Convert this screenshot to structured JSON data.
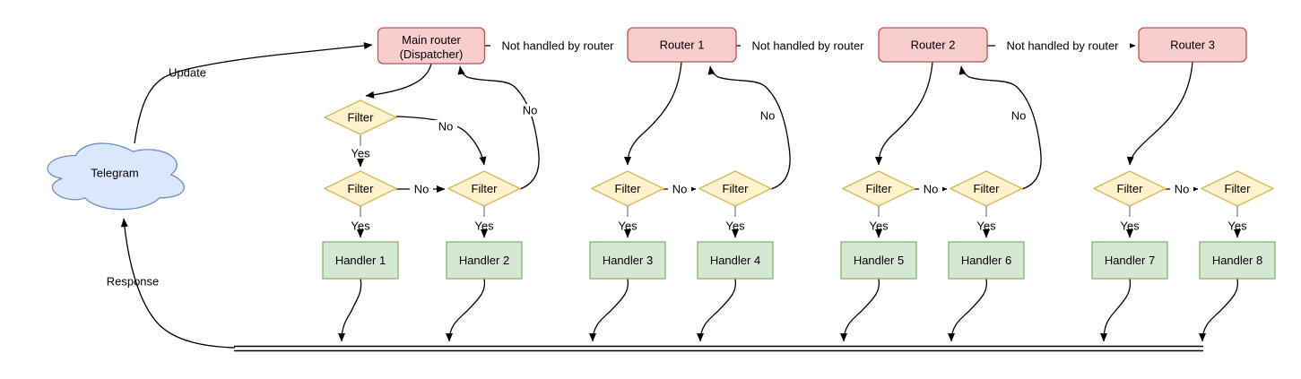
{
  "diagram": {
    "cloud": {
      "label": "Telegram"
    },
    "dispatcher": {
      "line1": "Main router",
      "line2": "(Dispatcher)"
    },
    "routers": [
      {
        "label": "Router 1"
      },
      {
        "label": "Router 2"
      },
      {
        "label": "Router 3"
      }
    ],
    "filter_label": "Filter",
    "handlers": [
      {
        "label": "Handler 1"
      },
      {
        "label": "Handler 2"
      },
      {
        "label": "Handler 3"
      },
      {
        "label": "Handler 4"
      },
      {
        "label": "Handler 5"
      },
      {
        "label": "Handler 6"
      },
      {
        "label": "Handler 7"
      },
      {
        "label": "Handler 8"
      }
    ],
    "edge_labels": {
      "update": "Update",
      "response": "Response",
      "not_handled": "Not handled by router",
      "yes": "Yes",
      "no": "No"
    },
    "colors": {
      "router_fill": "#f8cecc",
      "router_stroke": "#b85450",
      "filter_fill": "#fff2cc",
      "filter_stroke": "#d6b656",
      "handler_fill": "#d5e8d4",
      "handler_stroke": "#82b366",
      "cloud_fill": "#dae8fc",
      "cloud_stroke": "#6c8ebf",
      "edge": "#000000",
      "stub": "#999999"
    }
  }
}
